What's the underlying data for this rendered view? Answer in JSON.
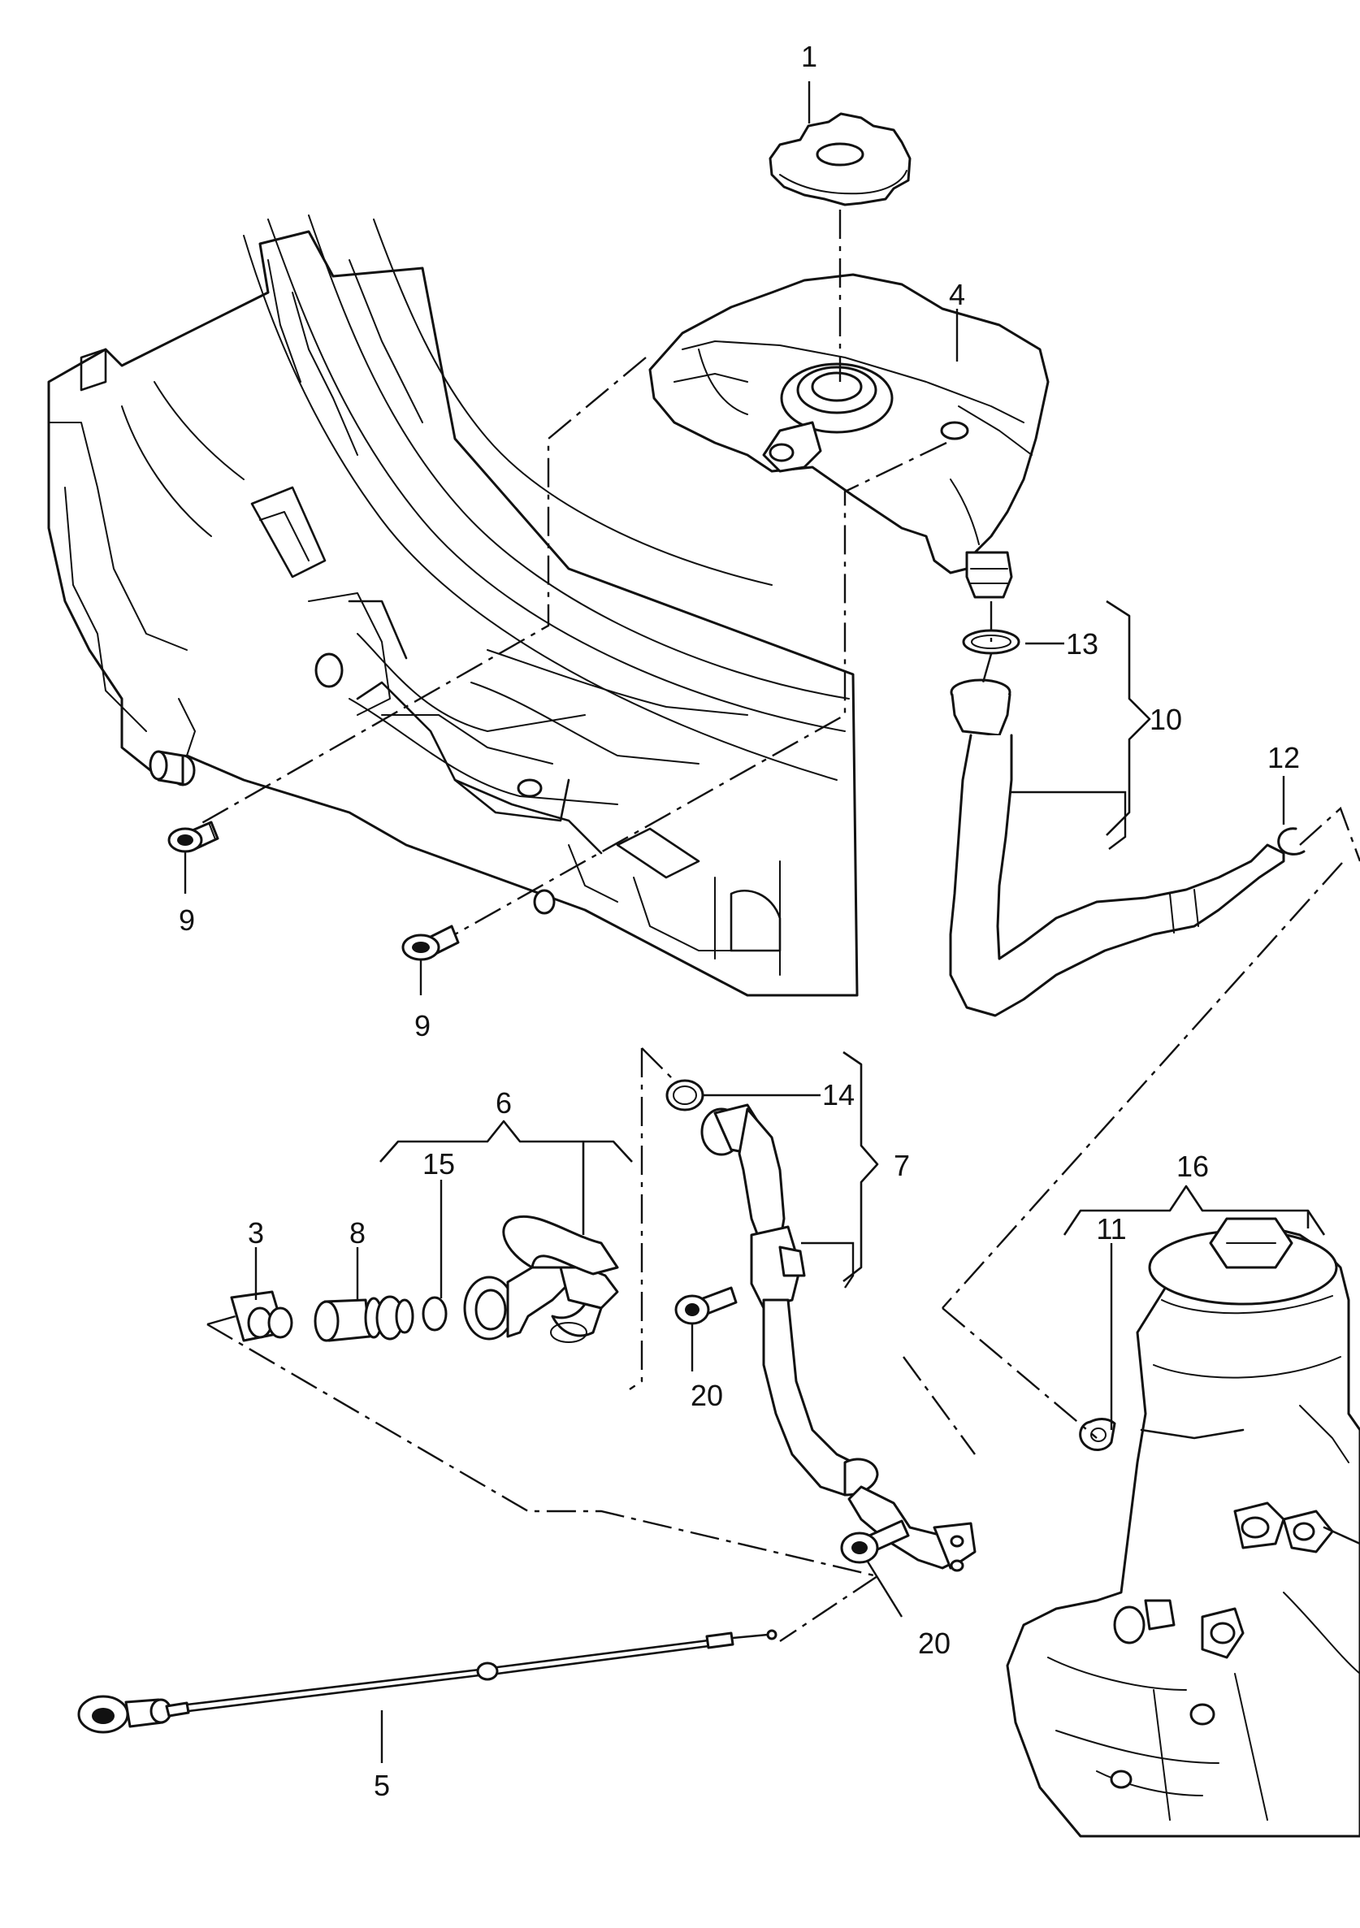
{
  "callouts": {
    "c1": "1",
    "c2": "4",
    "c3": "13",
    "c4": "10",
    "c5": "12",
    "c6": "9",
    "c7": "9",
    "c8": "6",
    "c9": "15",
    "c10": "3",
    "c11": "8",
    "c12": "14",
    "c13": "7",
    "c14": "16",
    "c15": "11",
    "c16": "20",
    "c17": "20",
    "c18": "5"
  }
}
